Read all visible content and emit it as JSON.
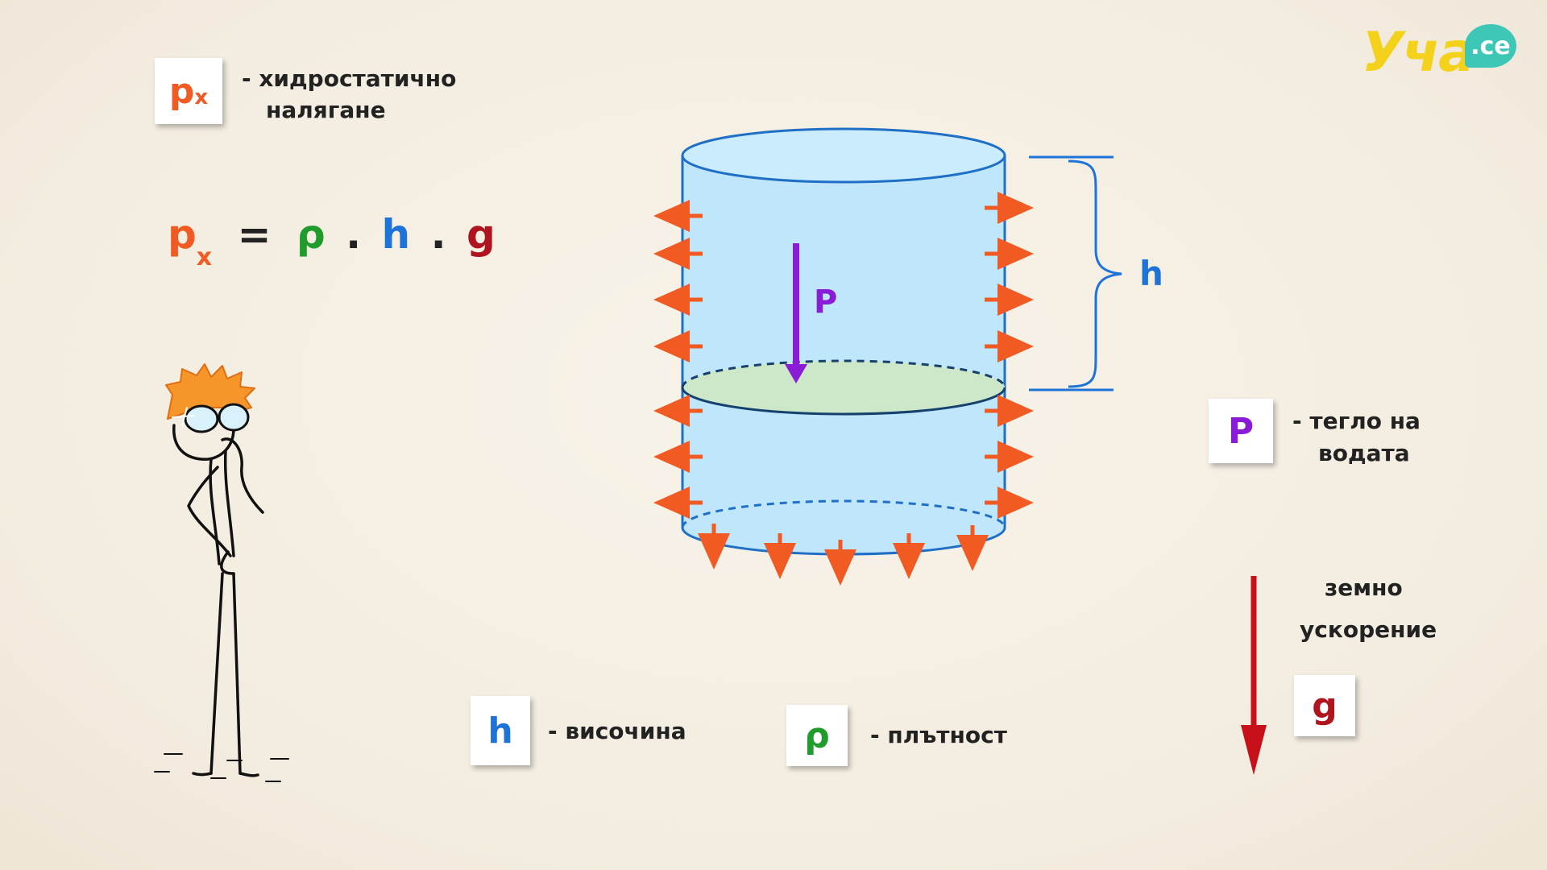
{
  "logo": {
    "text": "Уча",
    "badge": ".се"
  },
  "legend": {
    "px": {
      "symbol": "p",
      "subscript": "x",
      "line1": "- хидростатично",
      "line2": "налягане"
    },
    "P": {
      "symbol": "P",
      "line1": "- тегло на",
      "line2": "водата"
    },
    "h": {
      "symbol": "h",
      "text": "- височина"
    },
    "rho": {
      "symbol": "ρ",
      "text": "- плътност"
    },
    "g": {
      "symbol": "g",
      "line1": "земно",
      "line2": "ускорение"
    }
  },
  "formula": {
    "lhs": "p",
    "lhs_sub": "x",
    "eq": "=",
    "rho": "ρ",
    "dot1": ".",
    "h": "h",
    "dot2": ".",
    "g": "g"
  },
  "diagram": {
    "weight_label": "P",
    "height_label": "h"
  },
  "colors": {
    "orange": "#f15a22",
    "green": "#1f9c2c",
    "blue": "#1e73d8",
    "purple": "#8a1bd6",
    "red": "#b0141e",
    "water": "#bfe6fb",
    "water_edge": "#1f6fc6",
    "surface": "#cde8c8"
  },
  "icons": [
    "stick-figure-thinking",
    "gravity-arrow",
    "pressure-arrow"
  ]
}
